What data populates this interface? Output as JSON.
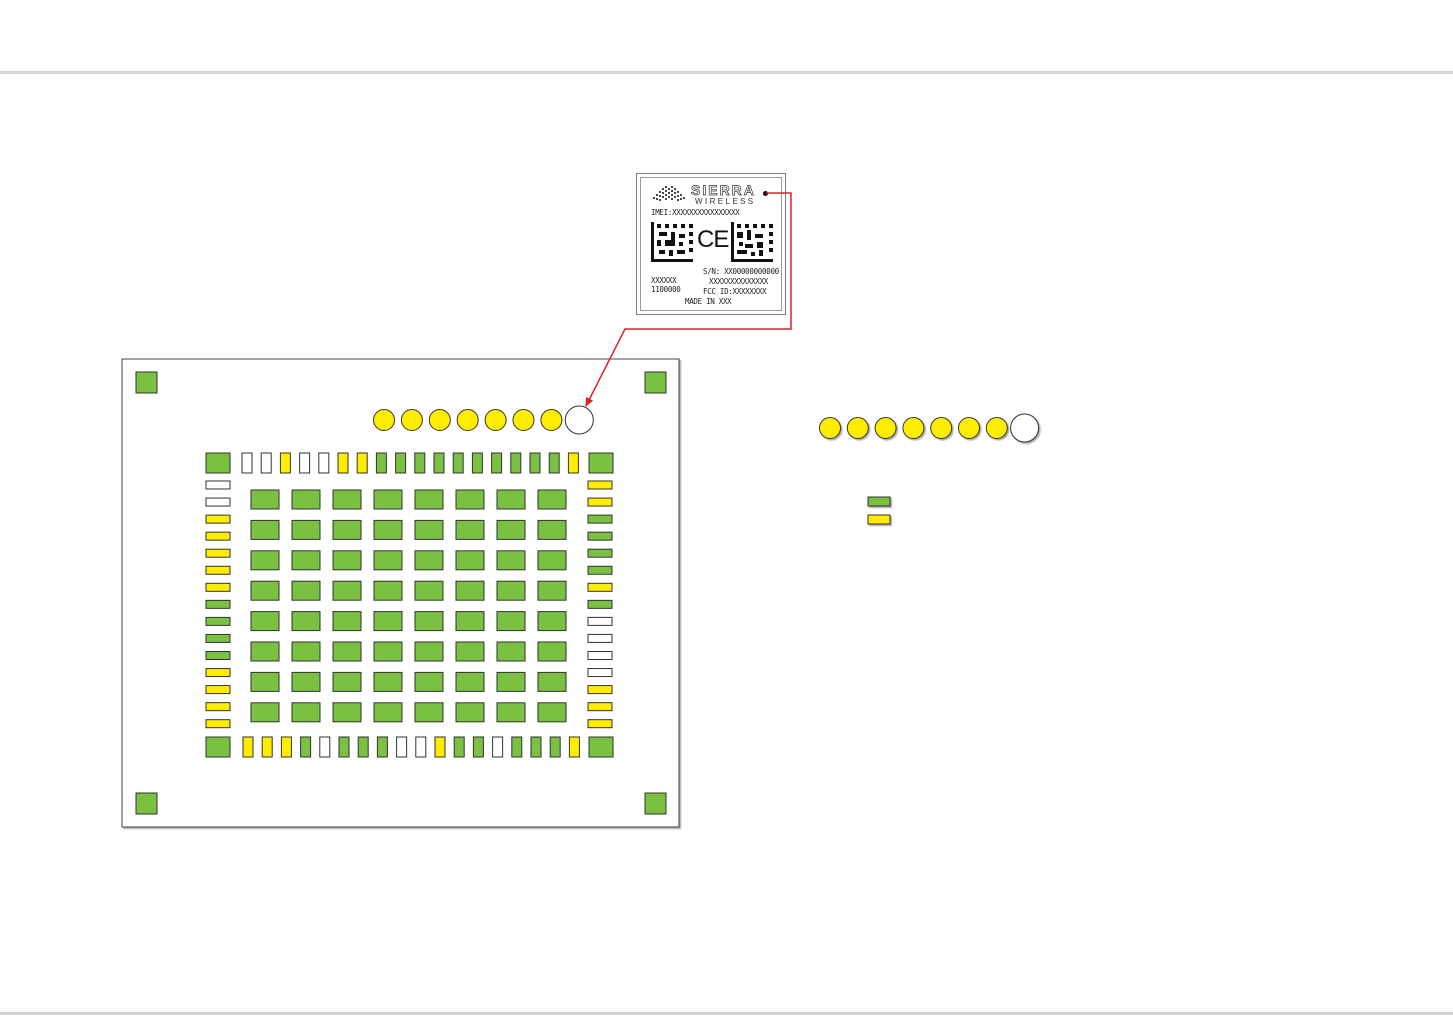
{
  "colors": {
    "pad_green": "#7ac142",
    "pad_yellow": "#ffed00",
    "pad_white": "#ffffff",
    "pad_border": "#333333",
    "arrow": "#e02020",
    "frame": "#444444",
    "divider": "#d4d4d4"
  },
  "label": {
    "brand_top": "SIERRA",
    "brand_bottom": "WIRELESS",
    "imei": "IMEI:XXXXXXXXXXXXXXXX",
    "ce": "CE",
    "sn": "S/N: XX00000000000",
    "sn2": "XXXXXXXXXXXXXX",
    "left1": "XXXXXX",
    "left2": "1100000",
    "fcc": "FCC  ID:XXXXXXXX",
    "made": "MADE IN XXX"
  },
  "test_points": [
    "yellow",
    "yellow",
    "yellow",
    "yellow",
    "yellow",
    "yellow",
    "yellow",
    "white"
  ],
  "legend_test_points": [
    "yellow",
    "yellow",
    "yellow",
    "yellow",
    "yellow",
    "yellow",
    "yellow",
    "white"
  ],
  "legend_pads": [
    "green",
    "yellow"
  ],
  "top_row": [
    "white",
    "white",
    "yellow",
    "white",
    "white",
    "yellow",
    "yellow",
    "green",
    "green",
    "green",
    "green",
    "green",
    "green",
    "green",
    "green",
    "green",
    "green",
    "yellow"
  ],
  "bottom_row": [
    "yellow",
    "yellow",
    "yellow",
    "green",
    "white",
    "green",
    "green",
    "green",
    "white",
    "white",
    "yellow",
    "green",
    "green",
    "white",
    "green",
    "green",
    "green",
    "yellow"
  ],
  "left_column": [
    "white",
    "white",
    "yellow",
    "yellow",
    "yellow",
    "yellow",
    "yellow",
    "green",
    "green",
    "green",
    "green",
    "yellow",
    "yellow",
    "yellow",
    "yellow"
  ],
  "right_column": [
    "yellow",
    "yellow",
    "green",
    "green",
    "green",
    "green",
    "yellow",
    "green",
    "white",
    "white",
    "white",
    "white",
    "yellow",
    "yellow",
    "yellow"
  ],
  "corner_pads": [
    "green",
    "green",
    "green",
    "green"
  ],
  "grid": {
    "rows": 8,
    "cols": 8,
    "fill": "green"
  }
}
